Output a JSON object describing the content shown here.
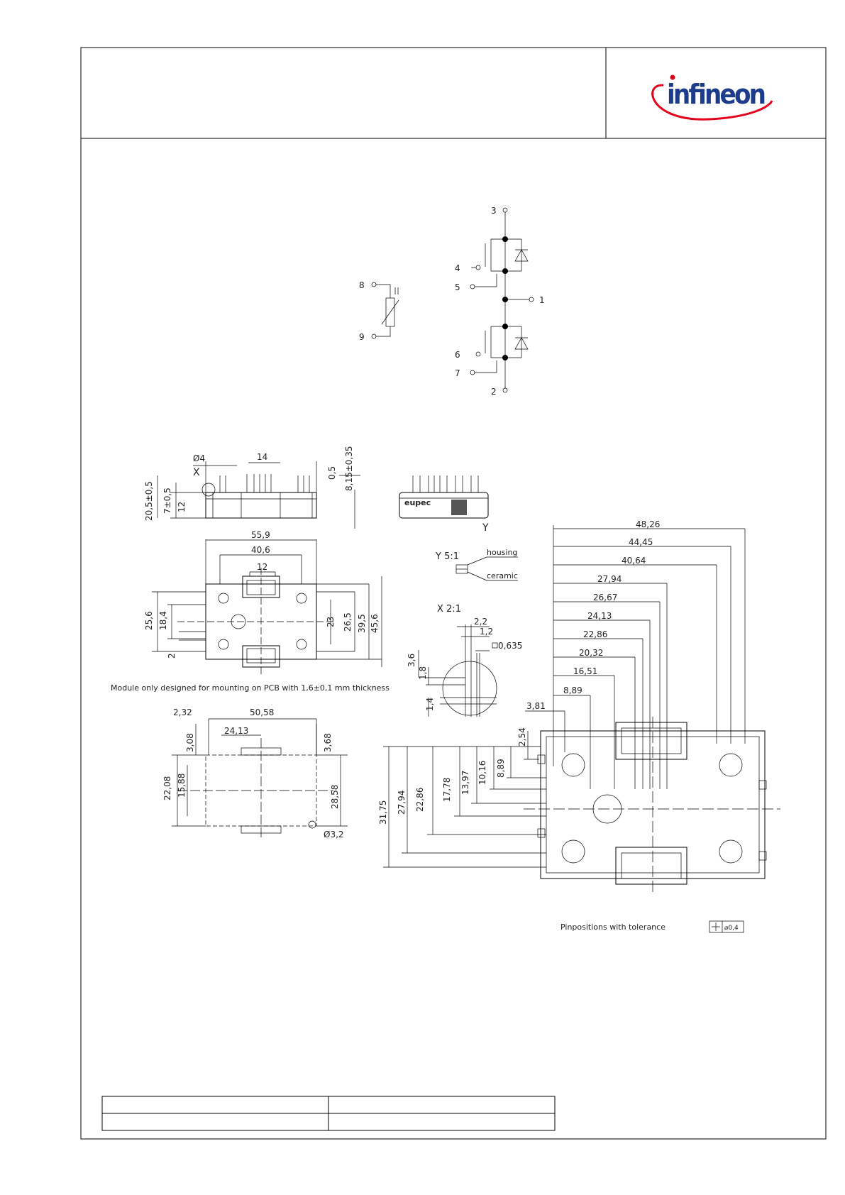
{
  "header": {
    "logo_text": "infineon",
    "brand_color": "#1e3c8c",
    "swoosh_color": "#e3001b"
  },
  "schematic": {
    "pins": [
      "1",
      "2",
      "3",
      "4",
      "5",
      "6",
      "7",
      "8",
      "9"
    ]
  },
  "side_view": {
    "dims": [
      "Ø4",
      "14",
      "0,5",
      "8,15±0,35",
      "20,5±0,5",
      "7±0,5",
      "12",
      "X"
    ]
  },
  "end_view": {
    "brand": "eupec",
    "label_y": "Y"
  },
  "top_view": {
    "dims": [
      "55,9",
      "40,6",
      "12",
      "25,6",
      "18,4",
      "2",
      "23",
      "26,5",
      "39,5",
      "45,6"
    ]
  },
  "detail_y": {
    "title": "Y 5:1",
    "housing": "housing",
    "ceramic": "ceramic"
  },
  "detail_x": {
    "title": "X 2:1",
    "dims": [
      "2,2",
      "1,2",
      "0,635",
      "3,6",
      "1,8",
      "1,4"
    ]
  },
  "note": "Module only designed for mounting on PCB with 1,6±0,1 mm thickness",
  "pcb_view": {
    "dims": [
      "2,32",
      "50,58",
      "24,13",
      "3,08",
      "3,68",
      "22,08",
      "15,88",
      "28,58",
      "Ø3,2"
    ]
  },
  "pin_view": {
    "top_dims": [
      "48,26",
      "44,45",
      "40,64",
      "27,94",
      "26,67",
      "24,13",
      "22,86",
      "20,32",
      "16,51",
      "8,89",
      "3,81"
    ],
    "left_dims": [
      "31,75",
      "27,94",
      "22,86",
      "17,78",
      "13,97",
      "10,16",
      "8,89",
      "2,54"
    ]
  },
  "pinpos": {
    "label": "Pinpositions with tolerance",
    "tolerance": "⌀0,4"
  }
}
